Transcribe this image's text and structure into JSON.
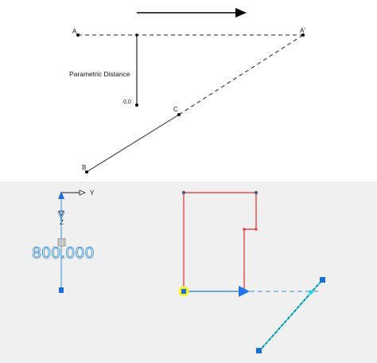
{
  "diagram": {
    "labels": {
      "point_a": "A",
      "point_a_prime": "A'",
      "point_b": "B",
      "point_c": "C",
      "origin": "0,0",
      "parametric_distance": "Parametric Distance"
    }
  },
  "viewport": {
    "axis_y": "Y",
    "axis_z": "Z",
    "dimension_value": "800.000"
  },
  "colors": {
    "line_black": "#222222",
    "viewport_bg": "#f0f0f0",
    "dimension_blue": "#3a8fd8",
    "grip_blue": "#1a6fd6",
    "profile_red": "#e03030",
    "arrow_blue": "#1f75e8",
    "grip_highlight": "#f5f02a",
    "cyan": "#27d5e8"
  }
}
